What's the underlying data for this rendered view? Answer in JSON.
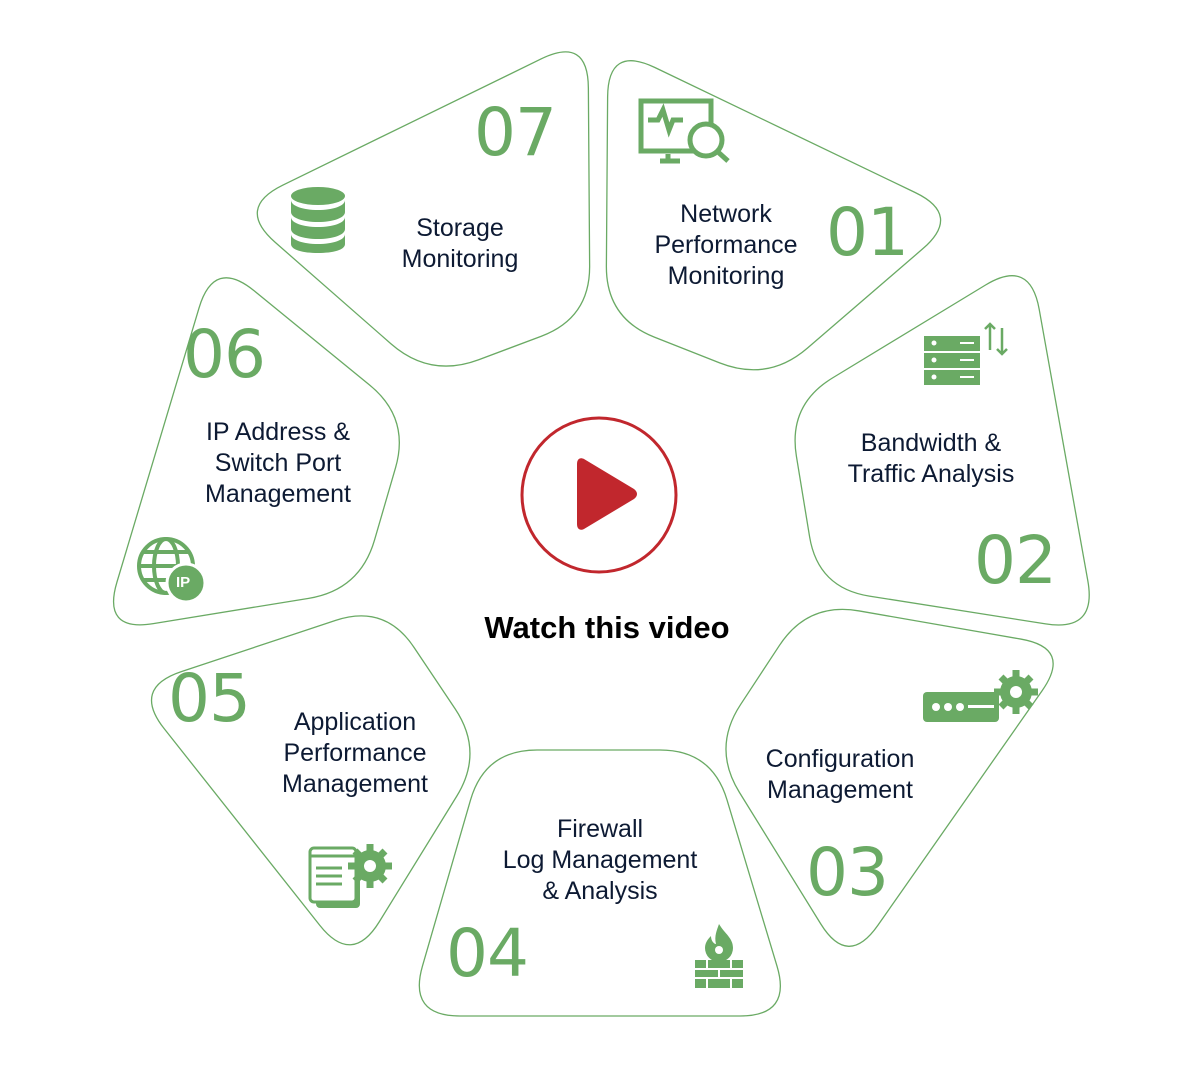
{
  "colors": {
    "accent": "#6aaa64",
    "text": "#0d1a33",
    "play": "#c1272d"
  },
  "center": {
    "cta": "Watch this video",
    "play_icon": "play-icon"
  },
  "segments": [
    {
      "num": "01",
      "label": [
        "Network",
        "Performance",
        "Monitoring"
      ],
      "icon": "monitor-search-icon"
    },
    {
      "num": "02",
      "label": [
        "Bandwidth &",
        "Traffic Analysis"
      ],
      "icon": "server-traffic-icon"
    },
    {
      "num": "03",
      "label": [
        "Configuration",
        "Management"
      ],
      "icon": "device-gear-icon"
    },
    {
      "num": "04",
      "label": [
        "Firewall",
        "Log Management",
        "& Analysis"
      ],
      "icon": "firewall-icon"
    },
    {
      "num": "05",
      "label": [
        "Application",
        "Performance",
        "Management"
      ],
      "icon": "app-gear-icon"
    },
    {
      "num": "06",
      "label": [
        "IP Address &",
        "Switch Port",
        "Management"
      ],
      "icon": "globe-ip-icon"
    },
    {
      "num": "07",
      "label": [
        "Storage",
        "Monitoring"
      ],
      "icon": "database-icon"
    }
  ],
  "ip_badge": "IP"
}
